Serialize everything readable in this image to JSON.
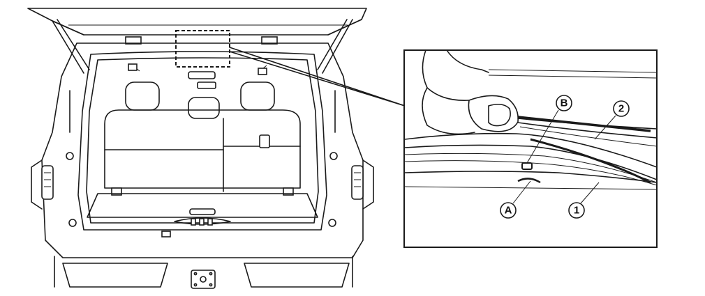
{
  "callouts": {
    "a": "A",
    "b": "B",
    "one": "1",
    "two": "2"
  },
  "colors": {
    "ink": "#1a1a1a",
    "background": "#ffffff"
  }
}
